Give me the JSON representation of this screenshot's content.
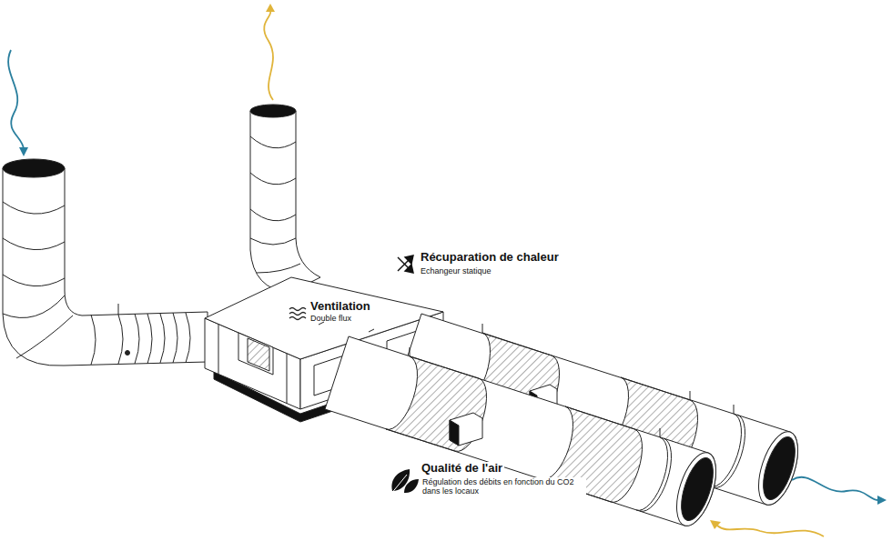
{
  "diagram": {
    "nodes": [
      {
        "text": [
          "Ventilation",
          "Double flux"
        ]
      }
    ],
    "labels": [
      "Récuparation de chaleur",
      "Echangeur statique",
      "Qualité de l'air",
      "Régulation des débits en fonction du CO2 dans les locaux"
    ]
  }
}
